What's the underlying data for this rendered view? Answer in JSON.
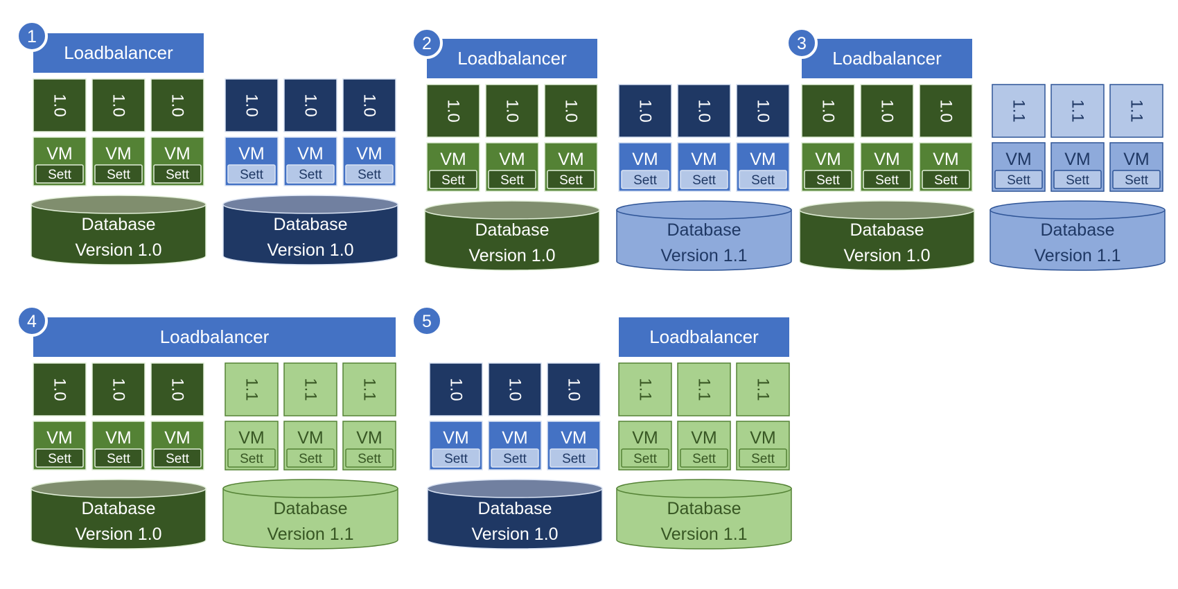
{
  "labels": {
    "loadbalancer": "Loadbalancer",
    "vm": "VM",
    "settings": "Sett",
    "database": "Database"
  },
  "palettes": {
    "green": {
      "app": "#375623",
      "vm": "#548235",
      "sett": "#375623",
      "settText": "#ffffff",
      "db": "#375623",
      "dbTop": "#808e6e",
      "dbText": "#ffffff",
      "appText": "#ffffff",
      "vmText": "#ffffff",
      "line": "#e2efd9"
    },
    "blue": {
      "app": "#1f3864",
      "vm": "#4472c4",
      "sett": "#b4c7e7",
      "settText": "#1f3864",
      "db": "#1f3864",
      "dbTop": "#7180a0",
      "dbText": "#ffffff",
      "appText": "#ffffff",
      "vmText": "#ffffff",
      "line": "#dae3f3"
    },
    "lightblue": {
      "app": "#b4c7e7",
      "vm": "#8eaadb",
      "sett": "#b4c7e7",
      "settText": "#1f3864",
      "db": "#8eaadb",
      "dbTop": "#8eaadb",
      "dbText": "#1f3864",
      "appText": "#1f3864",
      "vmText": "#1f3864",
      "line": "#2f5597"
    },
    "lightgreen": {
      "app": "#a9d18e",
      "vm": "#a9d18e",
      "sett": "#a9d18e",
      "settText": "#375623",
      "db": "#a9d18e",
      "dbTop": "#a9d18e",
      "dbText": "#375623",
      "appText": "#375623",
      "vmText": "#375623",
      "line": "#548235"
    }
  },
  "lbColor": "#4472c4",
  "badgeColor": "#4472c4",
  "steps": [
    {
      "number": "1",
      "loadbalancer": {
        "spans": "group1"
      },
      "groups": [
        {
          "id": "step1-env-a",
          "palette": "green",
          "app_versions": [
            "1.0",
            "1.0",
            "1.0"
          ],
          "db_version": "Version 1.0"
        },
        {
          "id": "step1-env-b",
          "palette": "blue",
          "app_versions": [
            "1.0",
            "1.0",
            "1.0"
          ],
          "db_version": "Version 1.0"
        }
      ]
    },
    {
      "number": "2",
      "loadbalancer": {
        "spans": "group1"
      },
      "groups": [
        {
          "id": "step2-env-a",
          "palette": "green",
          "app_versions": [
            "1.0",
            "1.0",
            "1.0"
          ],
          "db_version": "Version 1.0"
        },
        {
          "id": "step2-env-b",
          "palette": "lightblue",
          "app_versions": [
            "1.0",
            "1.0",
            "1.0"
          ],
          "app_palette": "blue",
          "vm_palette": "blue",
          "db_version": "Version 1.1"
        }
      ]
    },
    {
      "number": "3",
      "loadbalancer": {
        "spans": "group1"
      },
      "groups": [
        {
          "id": "step3-env-a",
          "palette": "green",
          "app_versions": [
            "1.0",
            "1.0",
            "1.0"
          ],
          "db_version": "Version 1.0"
        },
        {
          "id": "step3-env-b",
          "palette": "lightblue",
          "app_versions": [
            "1.1",
            "1.1",
            "1.1"
          ],
          "db_version": "Version 1.1"
        }
      ]
    },
    {
      "number": "4",
      "loadbalancer": {
        "spans": "both"
      },
      "groups": [
        {
          "id": "step4-env-a",
          "palette": "green",
          "app_versions": [
            "1.0",
            "1.0",
            "1.0"
          ],
          "db_version": "Version 1.0"
        },
        {
          "id": "step4-env-b",
          "palette": "lightgreen",
          "app_versions": [
            "1.1",
            "1.1",
            "1.1"
          ],
          "db_version": "Version 1.1"
        }
      ]
    },
    {
      "number": "5",
      "loadbalancer": {
        "spans": "group2"
      },
      "groups": [
        {
          "id": "step5-env-a",
          "palette": "blue",
          "app_versions": [
            "1.0",
            "1.0",
            "1.0"
          ],
          "db_version": "Version 1.0"
        },
        {
          "id": "step5-env-b",
          "palette": "lightgreen",
          "app_versions": [
            "1.1",
            "1.1",
            "1.1"
          ],
          "db_version": "Version 1.1"
        }
      ]
    }
  ]
}
